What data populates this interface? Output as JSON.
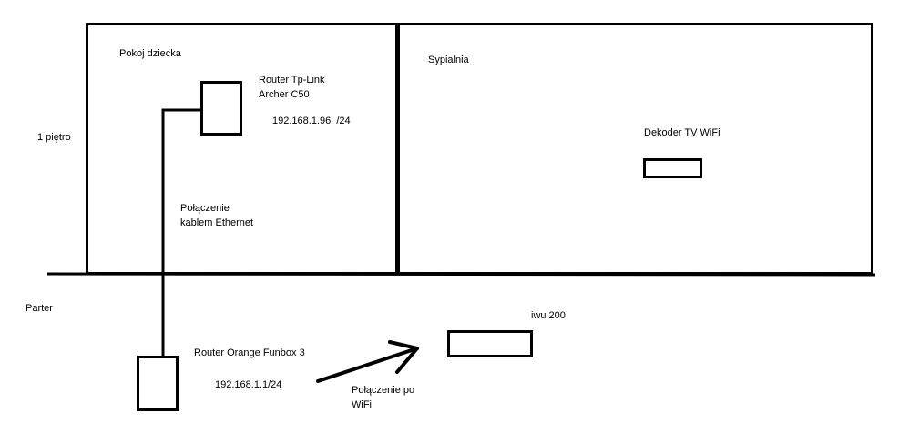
{
  "floors": {
    "upper": "1 piętro",
    "ground": "Parter"
  },
  "rooms": {
    "kids_room": "Pokoj dziecka",
    "bedroom": "Sypialnia"
  },
  "devices": {
    "tplink": {
      "name_line1": "Router Tp-Link",
      "name_line2": "Archer C50",
      "ip": "192.168.1.96  /24"
    },
    "decoder": {
      "name": "Dekoder TV WiFi"
    },
    "orange": {
      "name": "Router Orange Funbox 3",
      "ip": "192.168.1.1/24"
    },
    "iwu": {
      "name": "iwu 200"
    }
  },
  "connections": {
    "ethernet_line1": "Połączenie",
    "ethernet_line2": "kablem Ethernet",
    "wifi_line1": "Połączenie po",
    "wifi_line2": "WiFi"
  },
  "colors": {
    "stroke": "#000000",
    "background": "#ffffff"
  }
}
